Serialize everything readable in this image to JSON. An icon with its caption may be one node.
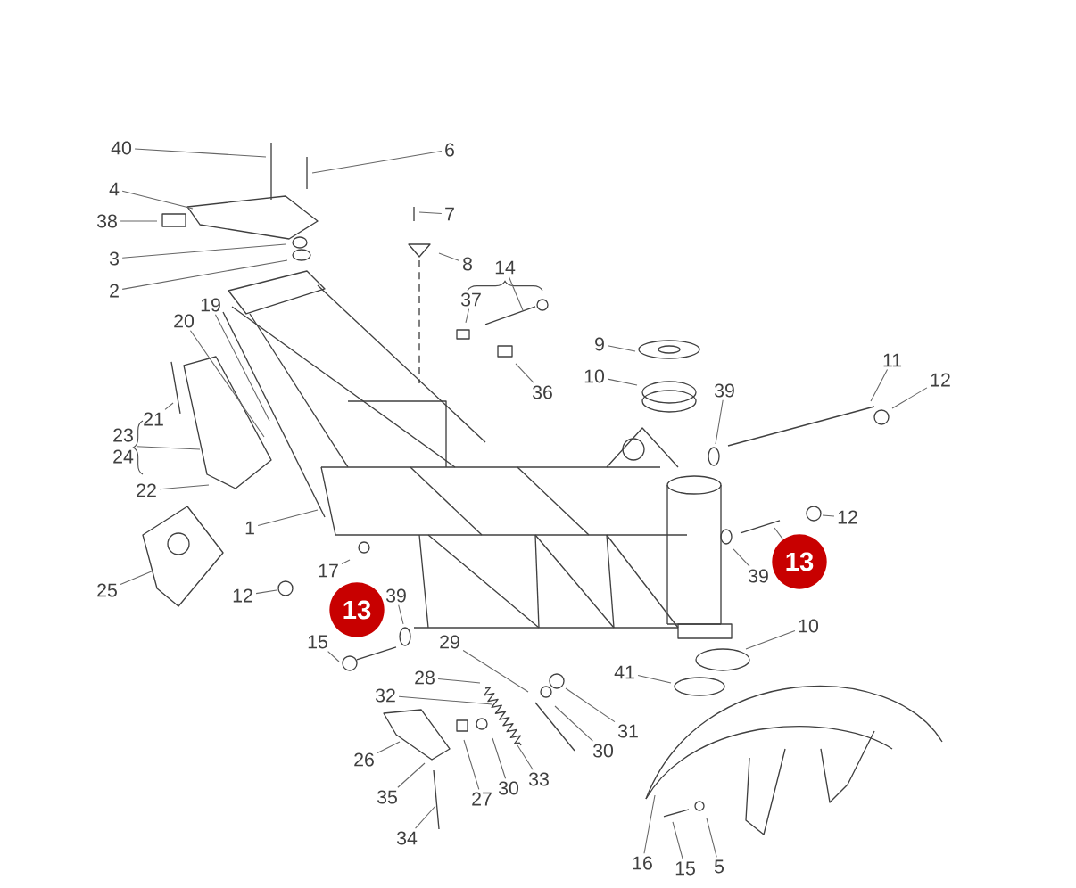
{
  "diagram": {
    "nodes": [
      {
        "text": [
          "40"
        ]
      },
      {
        "text": [
          "6"
        ]
      },
      {
        "text": [
          "4"
        ]
      },
      {
        "text": [
          "38"
        ]
      },
      {
        "text": [
          "3"
        ]
      },
      {
        "text": [
          "2"
        ]
      },
      {
        "text": [
          "7"
        ]
      },
      {
        "text": [
          "8"
        ]
      },
      {
        "text": [
          "14"
        ]
      },
      {
        "text": [
          "37"
        ]
      },
      {
        "text": [
          "20"
        ]
      },
      {
        "text": [
          "19"
        ]
      },
      {
        "text": [
          "9"
        ]
      },
      {
        "text": [
          "10"
        ]
      },
      {
        "text": [
          "39"
        ]
      },
      {
        "text": [
          "11"
        ]
      },
      {
        "text": [
          "12"
        ]
      },
      {
        "text": [
          "36"
        ]
      },
      {
        "text": [
          "21"
        ]
      },
      {
        "text": [
          "23",
          "24"
        ]
      },
      {
        "text": [
          "22"
        ]
      },
      {
        "text": [
          "12"
        ]
      },
      {
        "text": [
          "13"
        ]
      },
      {
        "text": [
          "39"
        ]
      },
      {
        "text": [
          "1"
        ]
      },
      {
        "text": [
          "25"
        ]
      },
      {
        "text": [
          "12"
        ]
      },
      {
        "text": [
          "17"
        ]
      },
      {
        "text": [
          "39"
        ]
      },
      {
        "text": [
          "15"
        ]
      },
      {
        "text": [
          "13"
        ]
      },
      {
        "text": [
          "28"
        ]
      },
      {
        "text": [
          "29"
        ]
      },
      {
        "text": [
          "32"
        ]
      },
      {
        "text": [
          "31"
        ]
      },
      {
        "text": [
          "26"
        ]
      },
      {
        "text": [
          "35"
        ]
      },
      {
        "text": [
          "27"
        ]
      },
      {
        "text": [
          "30"
        ]
      },
      {
        "text": [
          "33"
        ]
      },
      {
        "text": [
          "30"
        ]
      },
      {
        "text": [
          "34"
        ]
      },
      {
        "text": [
          "10"
        ]
      },
      {
        "text": [
          "41"
        ]
      },
      {
        "text": [
          "16"
        ]
      },
      {
        "text": [
          "15"
        ]
      },
      {
        "text": [
          "5"
        ]
      }
    ],
    "edges": [
      {
        "from": 0,
        "to": null,
        "arrow": "none"
      },
      {
        "from": 1,
        "to": null,
        "arrow": "none"
      },
      {
        "from": 2,
        "to": null,
        "arrow": "none"
      },
      {
        "from": 3,
        "to": null,
        "arrow": "none"
      },
      {
        "from": 4,
        "to": null,
        "arrow": "none"
      },
      {
        "from": 5,
        "to": null,
        "arrow": "none"
      },
      {
        "from": 6,
        "to": null,
        "arrow": "none"
      },
      {
        "from": 7,
        "to": null,
        "arrow": "none"
      },
      {
        "from": 8,
        "to": null,
        "arrow": "none"
      },
      {
        "from": 9,
        "to": null,
        "arrow": "none"
      },
      {
        "from": 10,
        "to": null,
        "arrow": "none"
      },
      {
        "from": 11,
        "to": null,
        "arrow": "none"
      },
      {
        "from": 12,
        "to": null,
        "arrow": "none"
      },
      {
        "from": 13,
        "to": null,
        "arrow": "none"
      },
      {
        "from": 14,
        "to": null,
        "arrow": "none"
      },
      {
        "from": 15,
        "to": null,
        "arrow": "none"
      },
      {
        "from": 16,
        "to": null,
        "arrow": "none"
      },
      {
        "from": 17,
        "to": null,
        "arrow": "none"
      },
      {
        "from": 18,
        "to": null,
        "arrow": "none"
      },
      {
        "from": 19,
        "to": null,
        "arrow": "none"
      },
      {
        "from": 20,
        "to": null,
        "arrow": "none"
      },
      {
        "from": 21,
        "to": null,
        "arrow": "none"
      },
      {
        "from": 22,
        "to": null,
        "arrow": "none"
      },
      {
        "from": 23,
        "to": null,
        "arrow": "none"
      },
      {
        "from": 24,
        "to": null,
        "arrow": "none"
      },
      {
        "from": 25,
        "to": null,
        "arrow": "none"
      },
      {
        "from": 26,
        "to": null,
        "arrow": "none"
      },
      {
        "from": 27,
        "to": null,
        "arrow": "none"
      },
      {
        "from": 28,
        "to": null,
        "arrow": "none"
      },
      {
        "from": 29,
        "to": null,
        "arrow": "none"
      },
      {
        "from": 31,
        "to": null,
        "arrow": "none"
      },
      {
        "from": 32,
        "to": null,
        "arrow": "none"
      },
      {
        "from": 33,
        "to": null,
        "arrow": "none"
      },
      {
        "from": 34,
        "to": null,
        "arrow": "none"
      },
      {
        "from": 35,
        "to": null,
        "arrow": "none"
      },
      {
        "from": 36,
        "to": null,
        "arrow": "none"
      },
      {
        "from": 37,
        "to": null,
        "arrow": "none"
      },
      {
        "from": 38,
        "to": null,
        "arrow": "none"
      },
      {
        "from": 39,
        "to": null,
        "arrow": "none"
      },
      {
        "from": 40,
        "to": null,
        "arrow": "none"
      },
      {
        "from": 41,
        "to": null,
        "arrow": "none"
      },
      {
        "from": 42,
        "to": null,
        "arrow": "none"
      },
      {
        "from": 43,
        "to": null,
        "arrow": "none"
      },
      {
        "from": 44,
        "to": null,
        "arrow": "none"
      },
      {
        "from": 45,
        "to": null,
        "arrow": "none"
      },
      {
        "from": 46,
        "to": null,
        "arrow": "none"
      }
    ]
  }
}
